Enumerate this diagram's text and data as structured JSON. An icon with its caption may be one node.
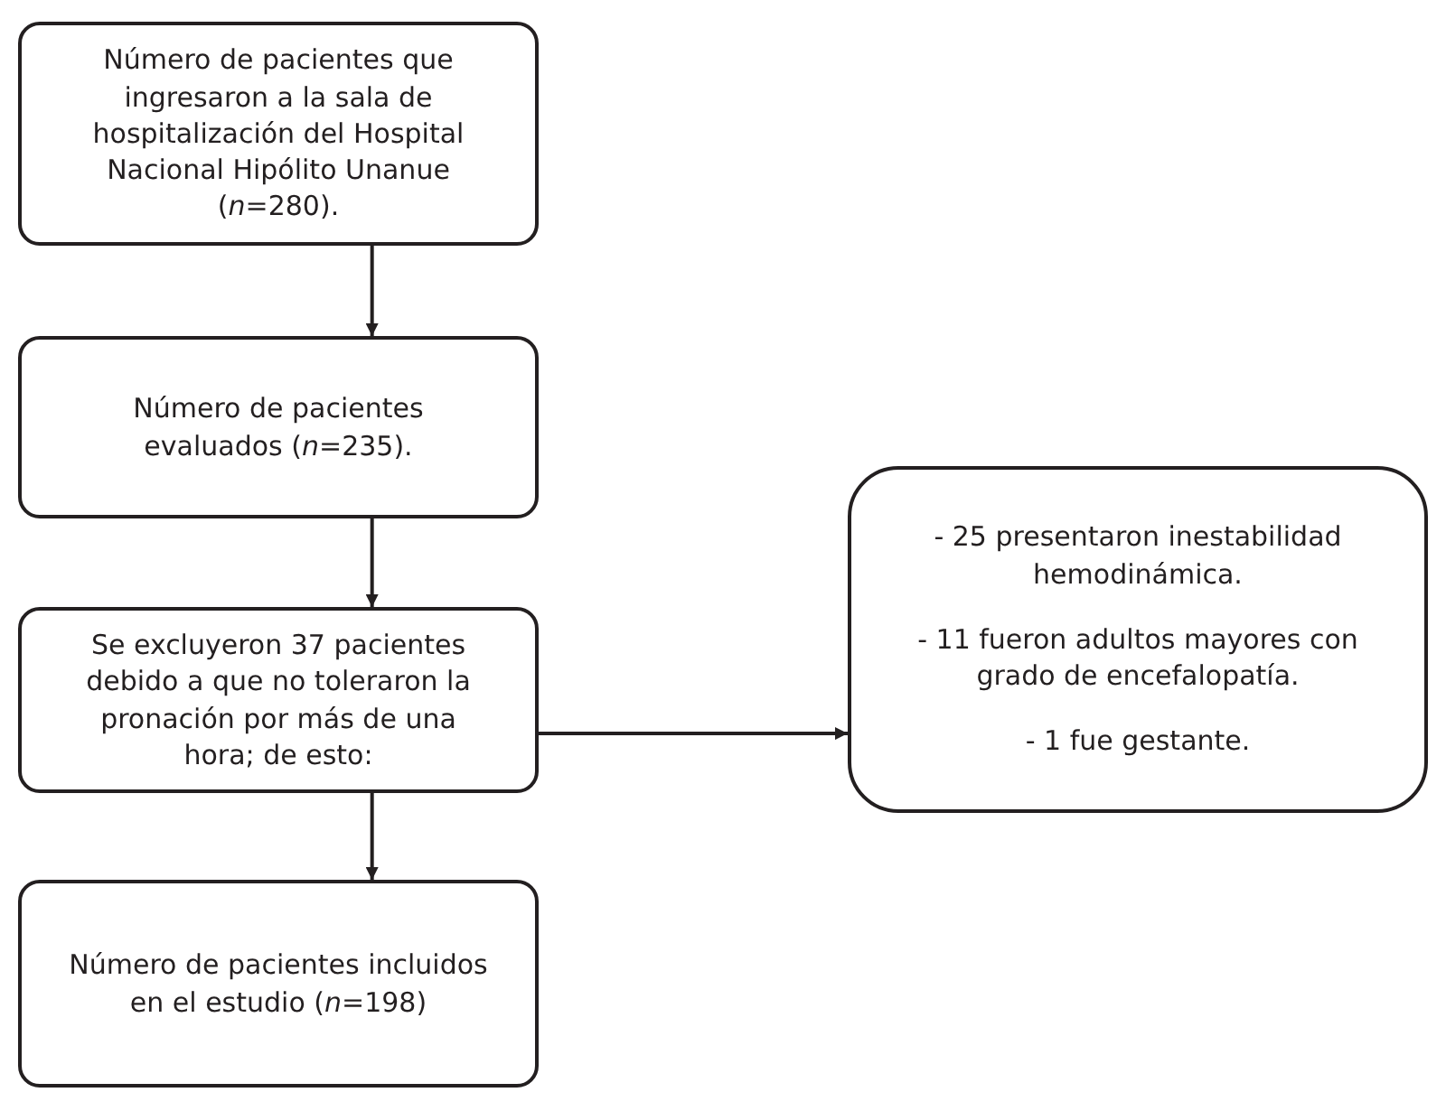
{
  "diagram": {
    "nodes": [
      {
        "text": [
          "Número de pacientes que ingresaron a la sala de hospitalización del Hospital Nacional Hipólito Unanue (*n*=280)."
        ]
      },
      {
        "text": [
          "Número de pacientes evaluados (*n*=235)."
        ]
      },
      {
        "text": [
          "Se excluyeron 37 pacientes debido a que no toleraron la pronación por más de una hora; de esto:"
        ]
      },
      {
        "text": [
          "Número de pacientes incluidos en el estudio (*n*=198)"
        ]
      },
      {
        "text": [
          "- 25 presentaron inestabilidad hemodinámica.",
          "- 11 fueron adultos mayores con grado de encefalopatía.",
          "- 1 fue gestante."
        ]
      }
    ],
    "edges": [
      {
        "from": 0,
        "to": 1,
        "arrow": "to"
      },
      {
        "from": 1,
        "to": 2,
        "arrow": "to"
      },
      {
        "from": 2,
        "to": 3,
        "arrow": "to"
      },
      {
        "from": 2,
        "to": 4,
        "arrow": "to"
      }
    ]
  }
}
